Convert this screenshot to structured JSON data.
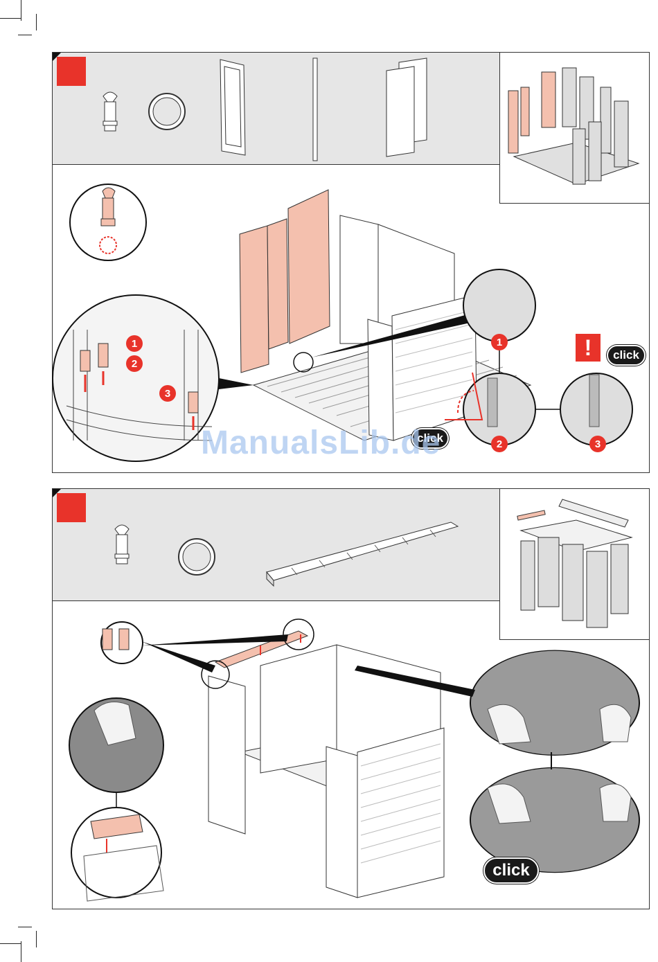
{
  "watermark": "ManualsLib.de",
  "step1": {
    "callouts": [
      "1",
      "2",
      "3"
    ],
    "click_labels": [
      "click",
      "click"
    ],
    "warning_symbol": "!",
    "icons": [
      "peg-icon",
      "washer-ring-icon",
      "wall-panel-icon",
      "connector-rod-icon",
      "double-panel-icon"
    ]
  },
  "step2": {
    "click_label": "click",
    "icons": [
      "peg-icon",
      "washer-ring-icon",
      "roof-beam-icon"
    ]
  },
  "colors": {
    "accent_red": "#e8332a",
    "highlight_salmon": "#f4c0ae",
    "parts_bg": "#e6e6e6",
    "line": "#333333"
  }
}
